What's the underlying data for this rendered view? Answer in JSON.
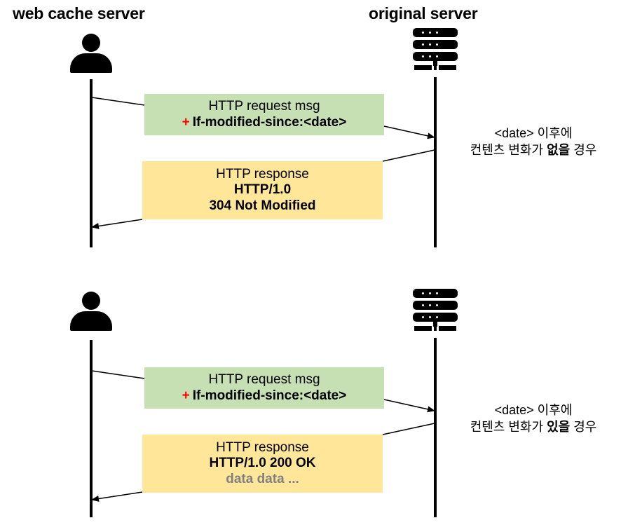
{
  "diagram": {
    "title_cache": "web cache server",
    "title_origin": "original server",
    "actors": {
      "cache_icon": "person-icon",
      "origin_icon": "server-rack-icon"
    },
    "sequences": [
      {
        "id": "no-change",
        "request": {
          "line1": "HTTP request msg",
          "plus": "+",
          "line2": "If-modified-since:<date>",
          "color": "#c6e0b4"
        },
        "response": {
          "line1": "HTTP response",
          "line2": "HTTP/1.0",
          "line3": "304 Not Modified",
          "color": "#ffe699"
        },
        "note_line1": "<date> 이후에",
        "note_line2_pre": "컨텐츠 변화가 ",
        "note_line2_bold": "없을",
        "note_line2_post": " 경우"
      },
      {
        "id": "changed",
        "request": {
          "line1": "HTTP request msg",
          "plus": "+",
          "line2": "If-modified-since:<date>",
          "color": "#c6e0b4"
        },
        "response": {
          "line1": "HTTP response",
          "line2": "HTTP/1.0 200 OK",
          "line3": "data data ...",
          "line3_color": "#808080",
          "color": "#ffe699"
        },
        "note_line1": "<date> 이후에",
        "note_line2_pre": "컨텐츠 변화가 ",
        "note_line2_bold": "있을",
        "note_line2_post": " 경우"
      }
    ],
    "colors": {
      "request_box": "#c6e0b4",
      "response_box": "#ffe699",
      "plus_sign": "#ff0000",
      "muted_text": "#808080",
      "stroke": "#000000"
    }
  }
}
